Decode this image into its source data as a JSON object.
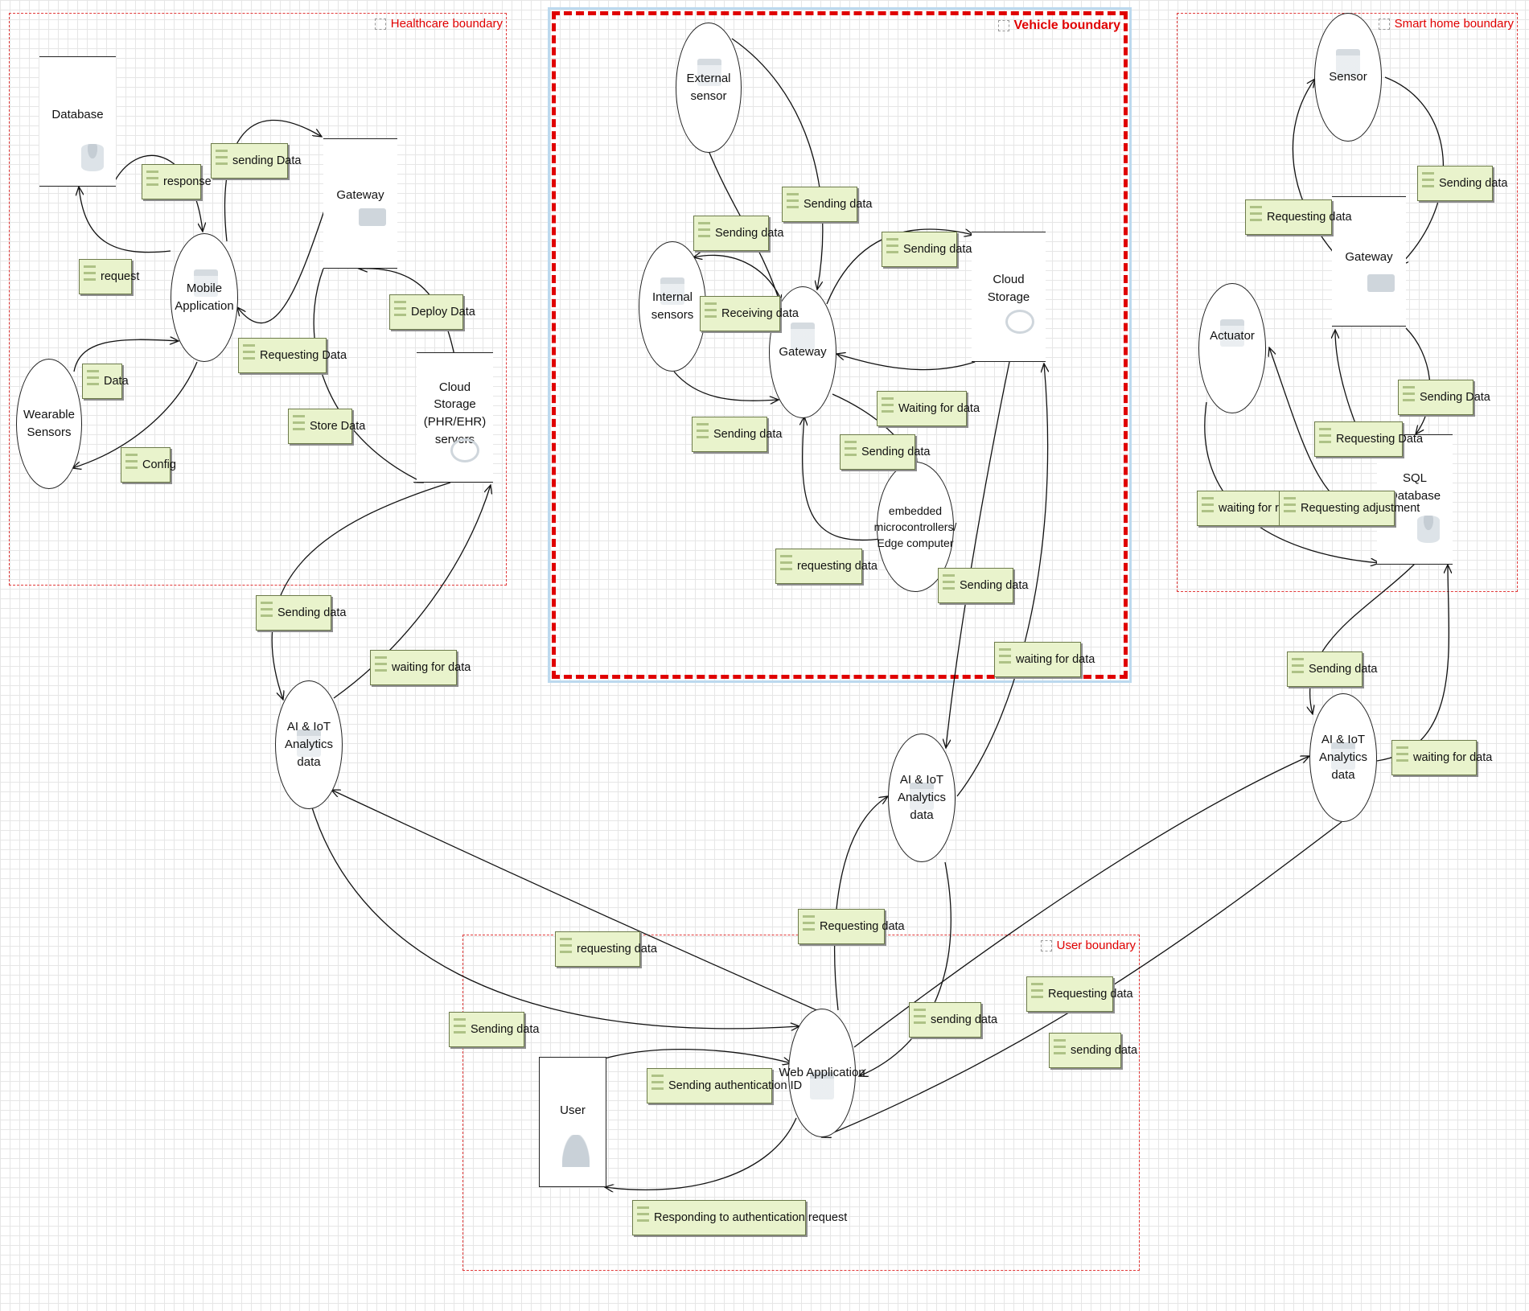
{
  "boundaries": {
    "healthcare": "Healthcare boundary",
    "vehicle": "Vehicle boundary",
    "smarthome": "Smart home boundary",
    "user": "User boundary"
  },
  "nodes": {
    "hc_mobile_app": "Mobile\nApplication",
    "hc_wearable": "Wearable\nSensors",
    "hc_database": "Database",
    "hc_gateway": "Gateway",
    "hc_cloud": "Cloud Storage\n(PHR/EHR)\nservers",
    "v_external_sensor": "External sensor",
    "v_internal_sensors": "Internal sensors",
    "v_gateway": "Gateway",
    "v_cloud": "Cloud Storage",
    "v_embedded": "embedded\nmicrocontrollers/\nEdge computer",
    "sh_sensor": "Sensor",
    "sh_gateway": "Gateway",
    "sh_actuator": "Actuator",
    "sh_sql": "SQL Database",
    "ai_health": "AI & IoT\nAnalytics data",
    "ai_vehicle": "AI & IoT\nAnalytics data",
    "ai_home": "AI & IoT\nAnalytics data",
    "web_app": "Web Application",
    "user": "User"
  },
  "flows": {
    "f_response": "response",
    "f_sending_data_hc": "sending Data",
    "f_request": "request",
    "f_data": "Data",
    "f_config": "Config",
    "f_requesting_data_hc": "Requesting Data",
    "f_deploy_data": "Deploy Data",
    "f_store_data": "Store Data",
    "f_sending_data_ai1": "Sending data",
    "f_waiting_ai1": "waiting for data",
    "f_v_sending1": "Sending data",
    "f_v_sending2": "Sending data",
    "f_v_sending3": "Sending data",
    "f_v_receiving": "Receiving data",
    "f_v_sending4": "Sending data",
    "f_v_waiting": "Waiting for data",
    "f_v_sending5": "Sending data",
    "f_v_requesting": "requesting data",
    "f_v_sending6": "Sending data",
    "f_v_waiting2": "waiting for data",
    "f_sh_sending": "Sending data",
    "f_sh_requesting": "Requesting data",
    "f_sh_sending2": "Sending Data",
    "f_sh_requesting2": "Requesting Data",
    "f_sh_waiting_req": "waiting for requests",
    "f_sh_req_adj": "Requesting adjustment",
    "f_sh_sending3": "Sending data",
    "f_sh_waiting": "waiting for data",
    "f_u_requesting_vehicle": "Requesting data",
    "f_u_requesting_health": "requesting data",
    "f_u_sending_health": "Sending data",
    "f_u_sending_vehicle": "sending data",
    "f_u_requesting_home": "Requesting data",
    "f_u_sending_home": "sending data",
    "f_u_auth_id": "Sending authentication ID",
    "f_u_auth_resp": "Responding to authentication request"
  }
}
